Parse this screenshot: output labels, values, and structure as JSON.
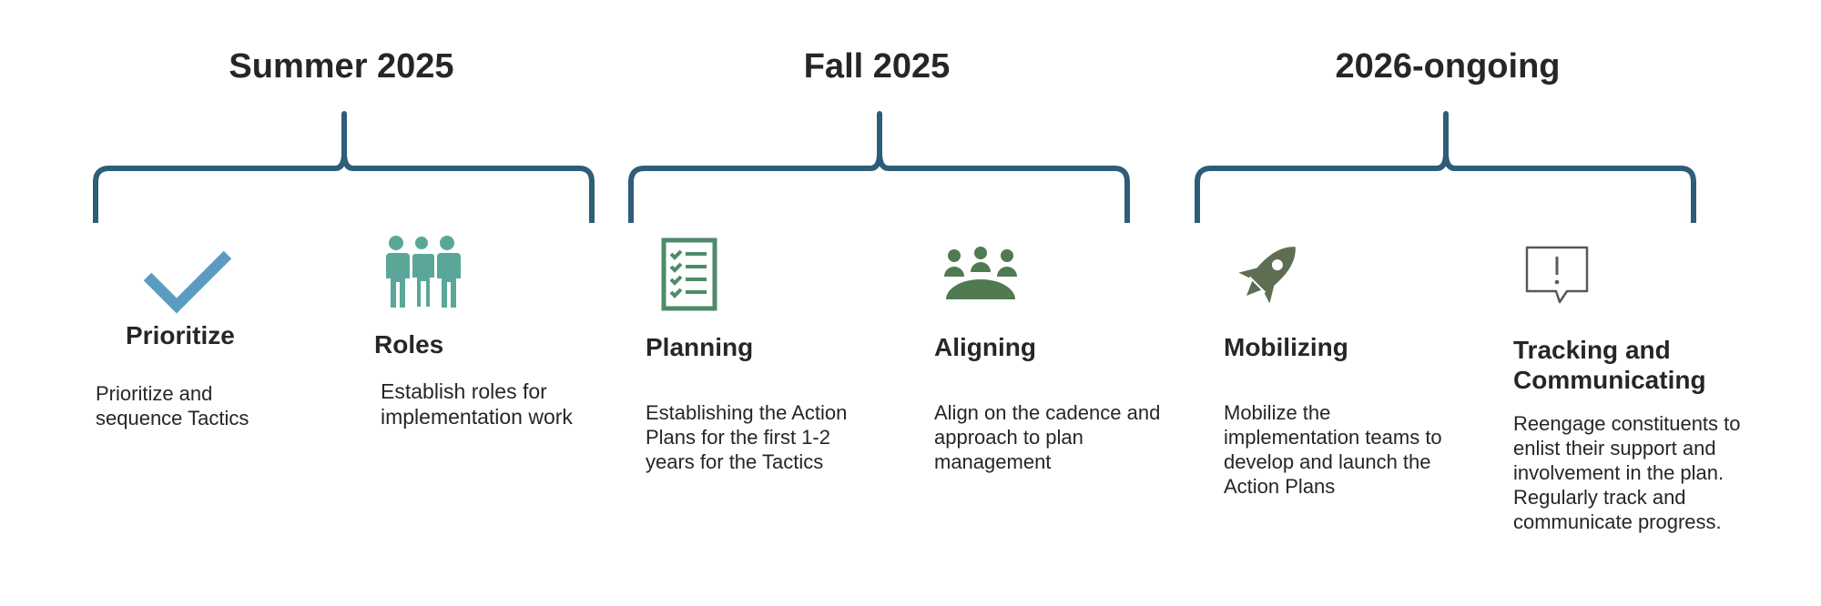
{
  "phases": [
    {
      "title": "Summer 2025"
    },
    {
      "title": "Fall 2025"
    },
    {
      "title": "2026-ongoing"
    }
  ],
  "steps": [
    {
      "title": "Prioritize",
      "desc": "Prioritize and\nsequence Tactics",
      "icon": "checkmark-icon"
    },
    {
      "title": "Roles",
      "desc": "Establish roles for\nimplementation work",
      "icon": "people-group-icon"
    },
    {
      "title": "Planning",
      "desc": "Establishing the Action\nPlans for the first 1-2\nyears for the Tactics",
      "icon": "checklist-icon"
    },
    {
      "title": "Aligning",
      "desc": "Align on the cadence and\napproach to plan\nmanagement",
      "icon": "meeting-table-icon"
    },
    {
      "title": "Mobilizing",
      "desc": "Mobilize the\nimplementation teams to\ndevelop and launch the\nAction Plans",
      "icon": "rocket-icon"
    },
    {
      "title": "Tracking and\nCommunicating",
      "desc": "Reengage constituents to\nenlist their support and\ninvolvement in the plan.\nRegularly track and\ncommunicate progress.",
      "icon": "speech-bubble-alert-icon"
    }
  ],
  "colors": {
    "brace": "#2d5d78",
    "checkmark": "#5b9bc2",
    "people": "#5aa79a",
    "checklist": "#4f8a6b",
    "meeting": "#4f7a52",
    "rocket": "#5e6e52",
    "bubble": "#595959",
    "text": "#262626"
  }
}
